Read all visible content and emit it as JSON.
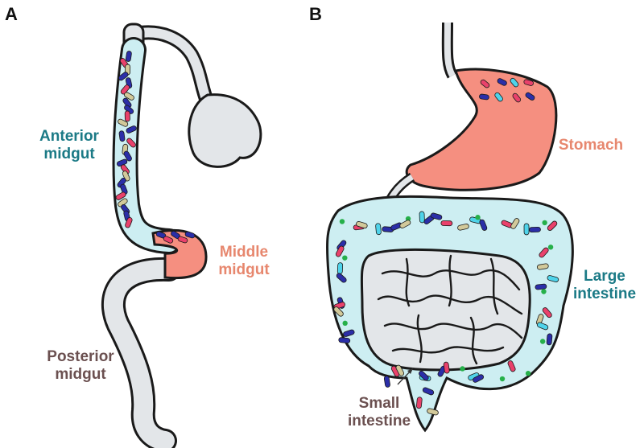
{
  "panels": {
    "a": {
      "letter": "A",
      "labels": {
        "anterior": [
          "Anterior",
          "midgut"
        ],
        "middle": [
          "Middle",
          "midgut"
        ],
        "posterior": [
          "Posterior",
          "midgut"
        ]
      }
    },
    "b": {
      "letter": "B",
      "labels": {
        "stomach": [
          "Stomach"
        ],
        "large_intestine": [
          "Large",
          "intestine"
        ],
        "small_intestine": [
          "Small",
          "intestine"
        ]
      }
    }
  },
  "colors": {
    "teal_label": "#1b7a86",
    "salmon_label": "#e7876e",
    "brown_label": "#6b5050",
    "lumen_blue": "#cdeef2",
    "tissue_gray": "#e3e6e9",
    "stomach_pink": "#f58f80",
    "bacteria_dark_blue": "#2b2ea8",
    "bacteria_red": "#e9416b",
    "bacteria_tan": "#d2c99a",
    "bacteria_cyan": "#4fd3ea",
    "bacteria_green": "#26b04a"
  }
}
